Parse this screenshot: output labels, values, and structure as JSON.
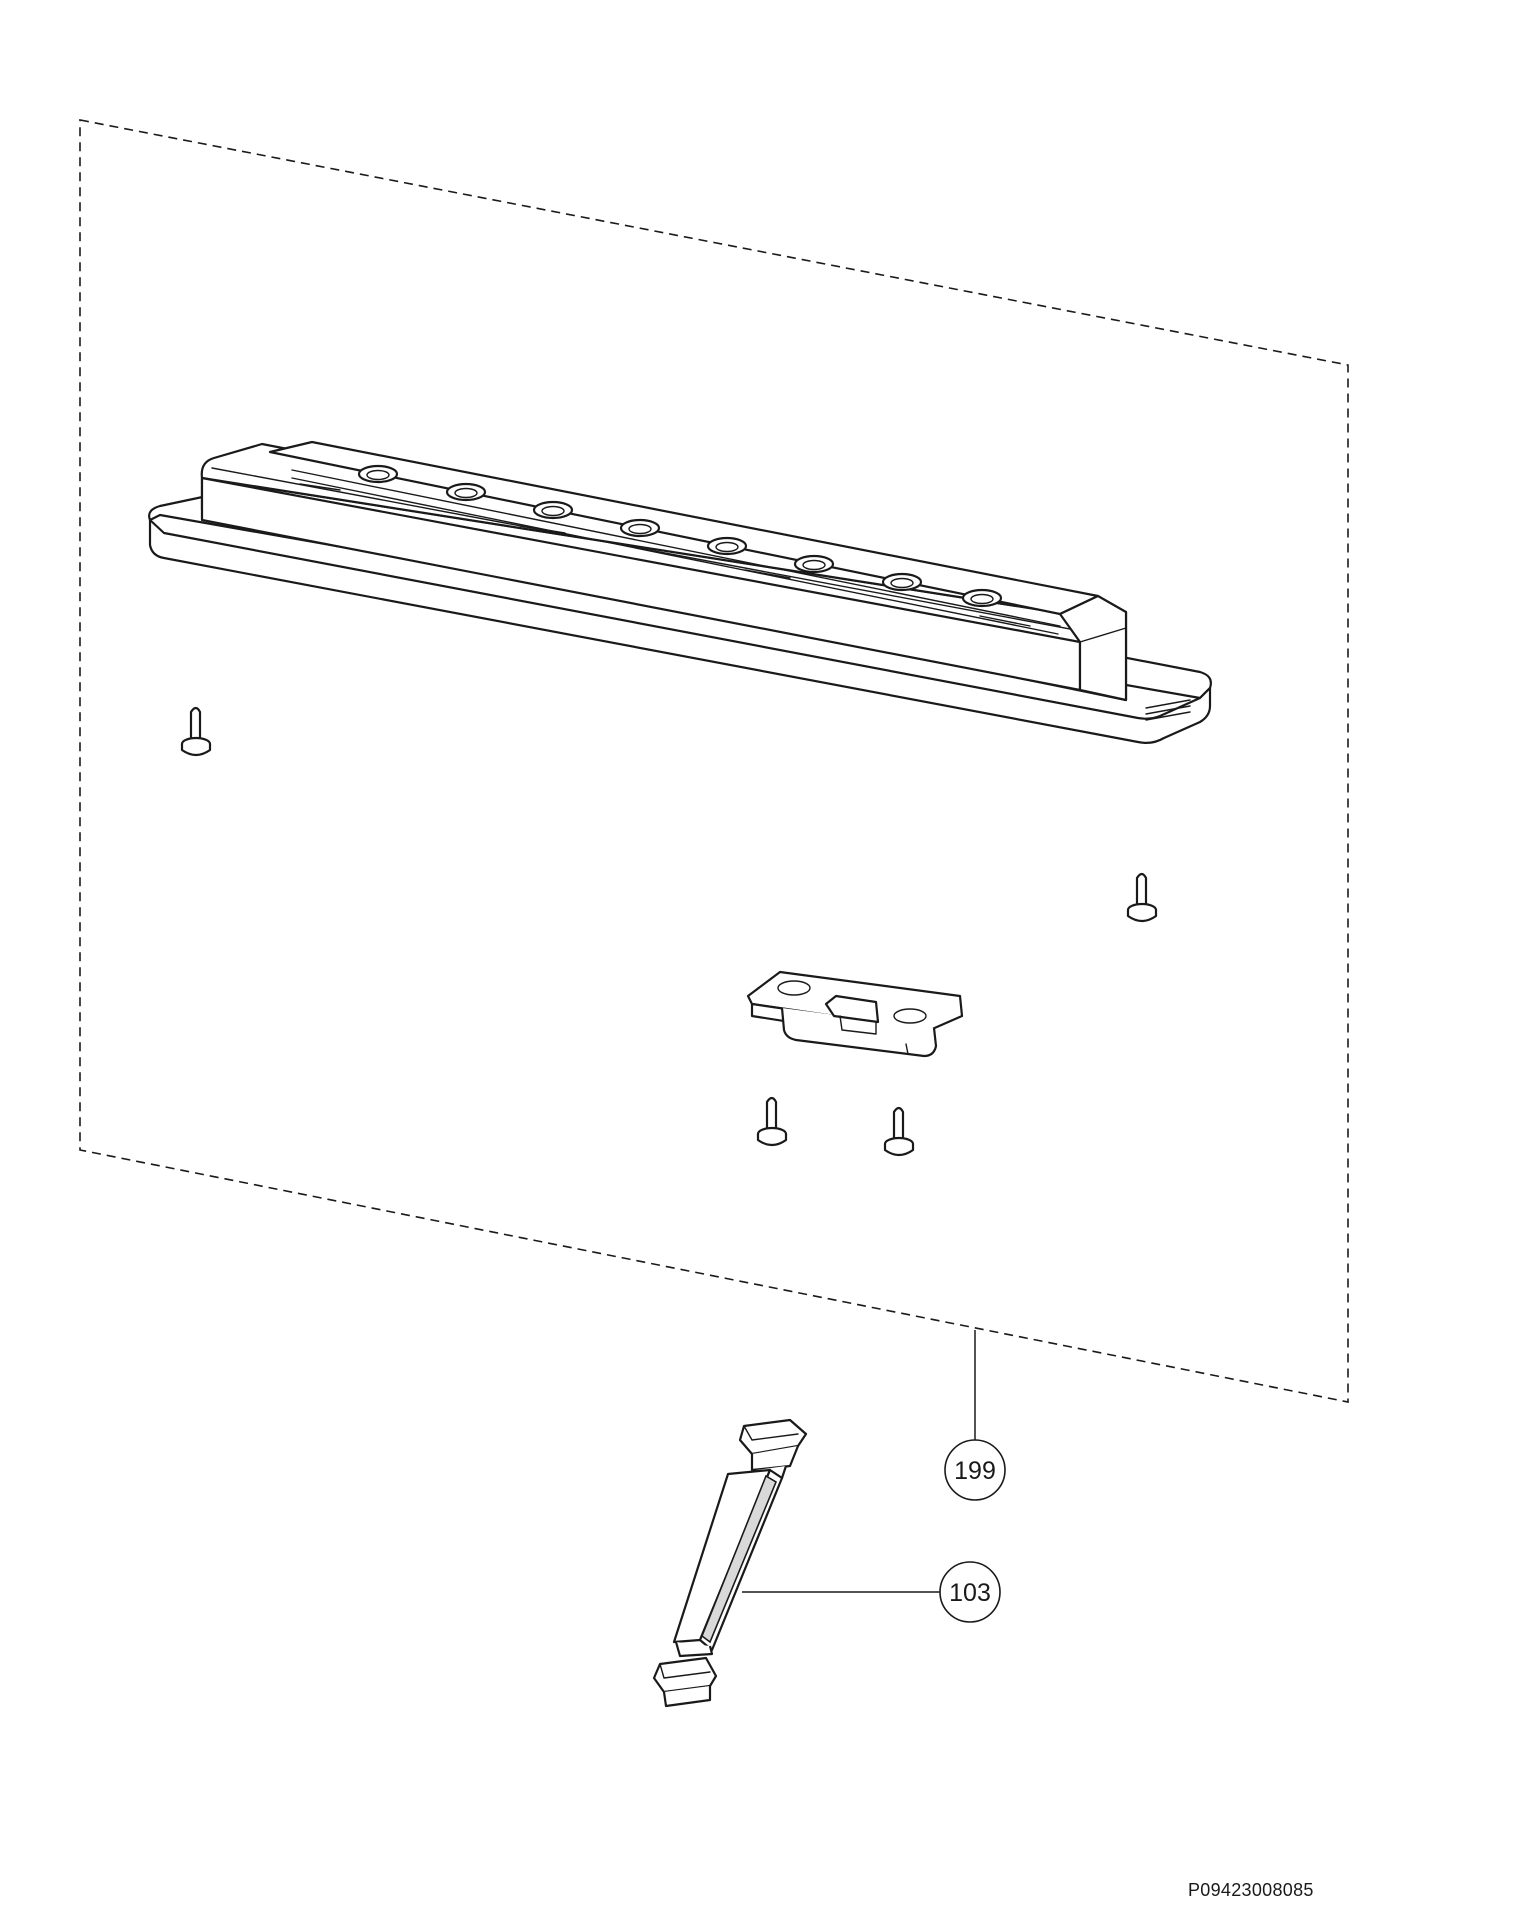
{
  "diagram": {
    "callouts": [
      {
        "id": "assembly",
        "label": "199"
      },
      {
        "id": "rail",
        "label": "103"
      }
    ],
    "document_number": "P09423008085"
  }
}
